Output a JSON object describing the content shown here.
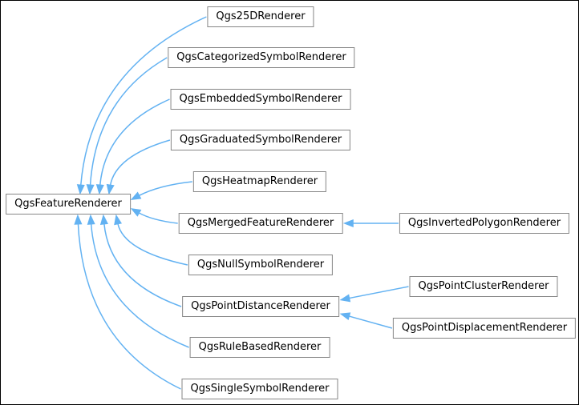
{
  "diagram": {
    "kind": "class-inheritance-graph",
    "colors": {
      "background": "#ffffff",
      "node_fill": "#ffffff",
      "node_border": "#868686",
      "text": "#000000",
      "edge": "#63b2f2",
      "frame": "#000000"
    },
    "nodes": [
      {
        "id": "QgsFeatureRenderer",
        "label": "QgsFeatureRenderer"
      },
      {
        "id": "Qgs25DRenderer",
        "label": "Qgs25DRenderer"
      },
      {
        "id": "QgsCategorizedSymbolRenderer",
        "label": "QgsCategorizedSymbolRenderer"
      },
      {
        "id": "QgsEmbeddedSymbolRenderer",
        "label": "QgsEmbeddedSymbolRenderer"
      },
      {
        "id": "QgsGraduatedSymbolRenderer",
        "label": "QgsGraduatedSymbolRenderer"
      },
      {
        "id": "QgsHeatmapRenderer",
        "label": "QgsHeatmapRenderer"
      },
      {
        "id": "QgsMergedFeatureRenderer",
        "label": "QgsMergedFeatureRenderer"
      },
      {
        "id": "QgsNullSymbolRenderer",
        "label": "QgsNullSymbolRenderer"
      },
      {
        "id": "QgsPointDistanceRenderer",
        "label": "QgsPointDistanceRenderer"
      },
      {
        "id": "QgsRuleBasedRenderer",
        "label": "QgsRuleBasedRenderer"
      },
      {
        "id": "QgsSingleSymbolRenderer",
        "label": "QgsSingleSymbolRenderer"
      },
      {
        "id": "QgsInvertedPolygonRenderer",
        "label": "QgsInvertedPolygonRenderer"
      },
      {
        "id": "QgsPointClusterRenderer",
        "label": "QgsPointClusterRenderer"
      },
      {
        "id": "QgsPointDisplacementRenderer",
        "label": "QgsPointDisplacementRenderer"
      }
    ],
    "edges": [
      {
        "from": "Qgs25DRenderer",
        "to": "QgsFeatureRenderer"
      },
      {
        "from": "QgsCategorizedSymbolRenderer",
        "to": "QgsFeatureRenderer"
      },
      {
        "from": "QgsEmbeddedSymbolRenderer",
        "to": "QgsFeatureRenderer"
      },
      {
        "from": "QgsGraduatedSymbolRenderer",
        "to": "QgsFeatureRenderer"
      },
      {
        "from": "QgsHeatmapRenderer",
        "to": "QgsFeatureRenderer"
      },
      {
        "from": "QgsMergedFeatureRenderer",
        "to": "QgsFeatureRenderer"
      },
      {
        "from": "QgsNullSymbolRenderer",
        "to": "QgsFeatureRenderer"
      },
      {
        "from": "QgsPointDistanceRenderer",
        "to": "QgsFeatureRenderer"
      },
      {
        "from": "QgsRuleBasedRenderer",
        "to": "QgsFeatureRenderer"
      },
      {
        "from": "QgsSingleSymbolRenderer",
        "to": "QgsFeatureRenderer"
      },
      {
        "from": "QgsInvertedPolygonRenderer",
        "to": "QgsMergedFeatureRenderer"
      },
      {
        "from": "QgsPointClusterRenderer",
        "to": "QgsPointDistanceRenderer"
      },
      {
        "from": "QgsPointDisplacementRenderer",
        "to": "QgsPointDistanceRenderer"
      }
    ]
  }
}
